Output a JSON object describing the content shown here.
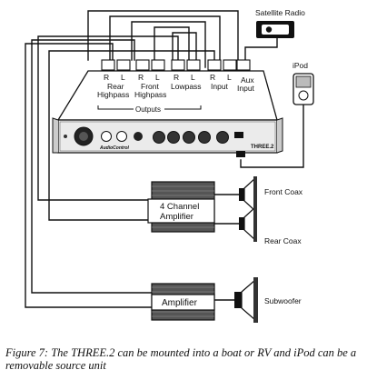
{
  "diagram": {
    "satellite_label": "Satellite Radio",
    "ipod_label": "iPod",
    "rca_channel_labels": [
      "R",
      "L",
      "R",
      "L",
      "R",
      "L",
      "R",
      "L"
    ],
    "port_rear_highpass_lines": [
      "Rear",
      "Highpass"
    ],
    "port_front_highpass_lines": [
      "Front",
      "Highpass"
    ],
    "port_lowpass": "Lowpass",
    "port_input": "Input",
    "port_aux_input_lines": [
      "Aux",
      "Input"
    ],
    "outputs_label": "Outputs",
    "unit_brand": "AudioControl",
    "unit_model": "THREE.2",
    "amp4_lines": [
      "4 Channel",
      "Amplifier"
    ],
    "amp_label": "Amplifier",
    "speaker_front": "Front Coax",
    "speaker_rear": "Rear Coax",
    "speaker_sub": "Subwoofer"
  },
  "caption": "Figure 7: The THREE.2 can be mounted into a boat or RV  and iPod can be a removable source unit"
}
